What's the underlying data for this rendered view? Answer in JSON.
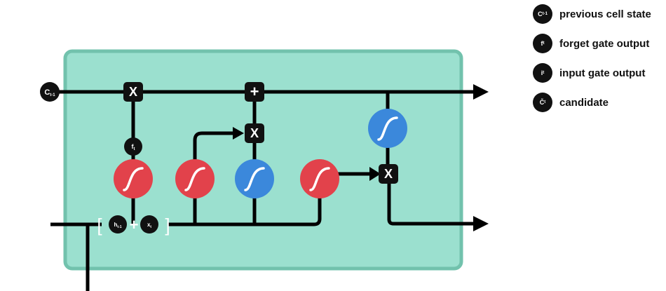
{
  "colors": {
    "box": "#9be0cf",
    "box_border": "#72c2ad",
    "red": "#e2424b",
    "blue": "#3b88db",
    "line": "#000000"
  },
  "labels": {
    "c_prev": "C",
    "c_prev_sub": "t-1",
    "f": "f",
    "f_sub": "t",
    "h_prev": "h",
    "h_prev_sub": "t-1",
    "x": "x",
    "x_sub": "t",
    "plus_concat": "+",
    "bracket_open": "[",
    "bracket_close": "]",
    "multiply": "X",
    "add": "+"
  },
  "legend": [
    {
      "symbol": "C",
      "sub": "t-1",
      "text": "previous cell state"
    },
    {
      "symbol": "f",
      "sub": "t",
      "text": "forget gate output"
    },
    {
      "symbol": "i",
      "sub": "t",
      "text": "input gate output"
    },
    {
      "symbol": "C̃",
      "sub": "t",
      "text": "candidate"
    }
  ],
  "icons": {
    "sigmoid": "sigmoid-curve-icon",
    "tanh": "tanh-curve-icon"
  }
}
